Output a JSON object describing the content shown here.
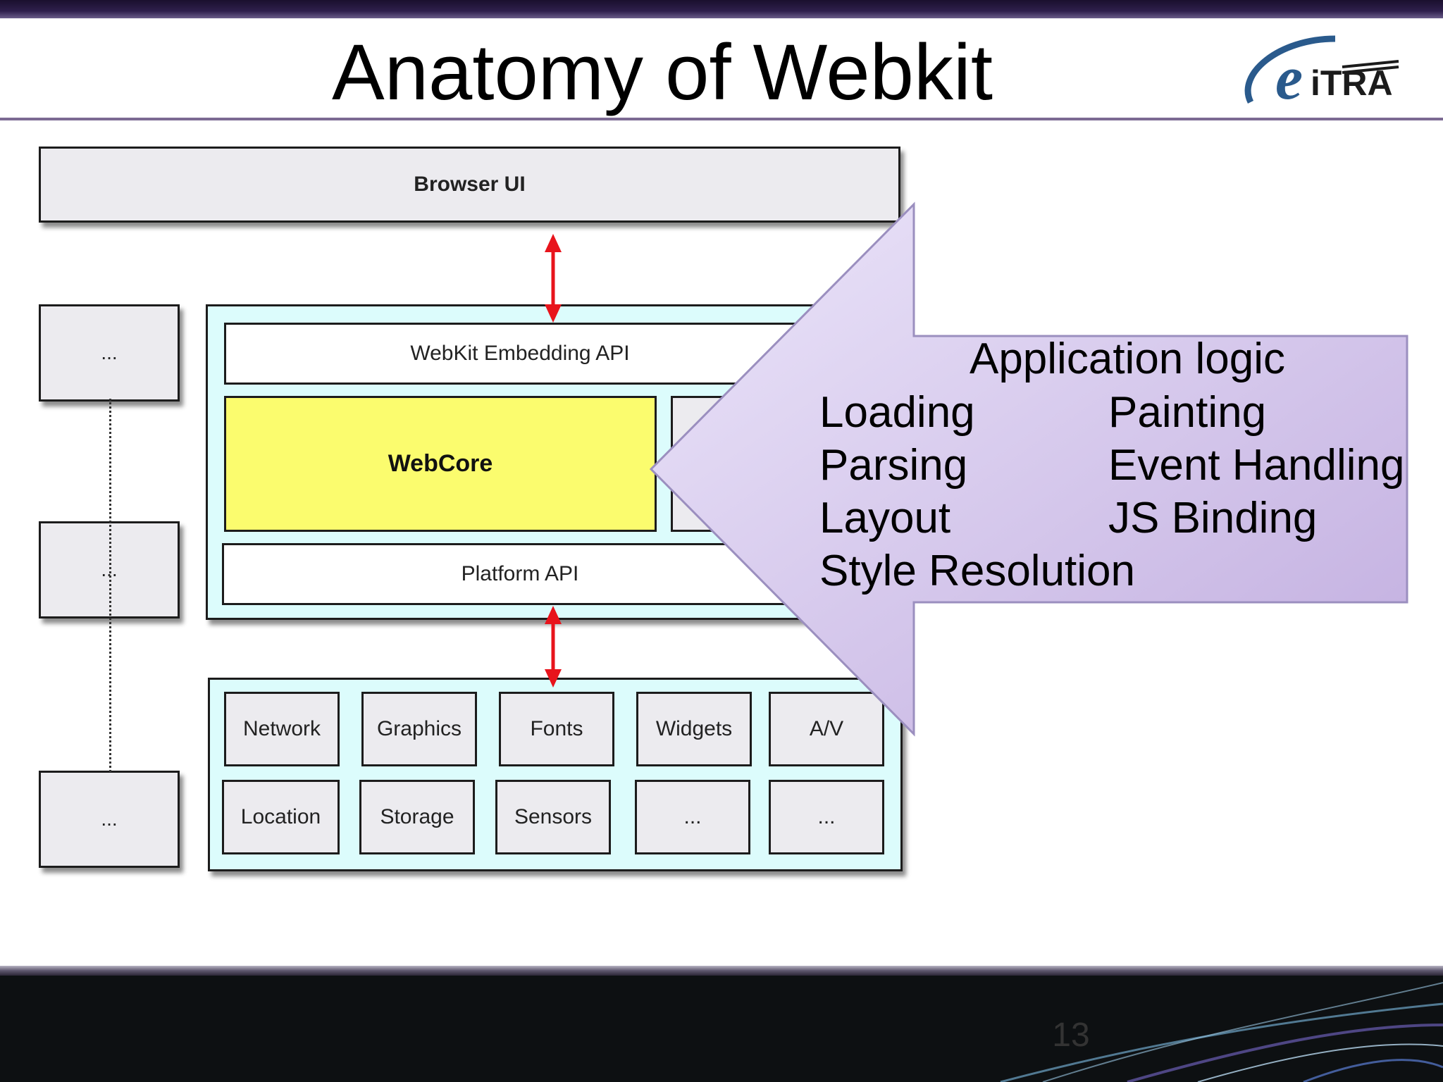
{
  "slide": {
    "title": "Anatomy of Webkit",
    "page_number": "13"
  },
  "logo": {
    "icon": "eitra-logo",
    "mark": "e",
    "text": "iTRA",
    "colors": {
      "mark": "#2a5a8c",
      "text": "#1b1b1b"
    }
  },
  "diagram": {
    "browser_ui": "Browser UI",
    "side_boxes": [
      "...",
      "...",
      "..."
    ],
    "webkit_embedding_api": "WebKit Embedding API",
    "webcore": "WebCore",
    "platform_api": "Platform API",
    "platform_components": [
      "Network",
      "Graphics",
      "Fonts",
      "Widgets",
      "A/V",
      "Location",
      "Storage",
      "Sensors",
      "...",
      "..."
    ],
    "colors": {
      "webcore": "#fbfc6e",
      "container": "#dcfcfc",
      "box": "#ecebef",
      "arrow": "#e8141c"
    }
  },
  "callout": {
    "heading": "Application logic",
    "left_items": [
      "Loading",
      "Parsing",
      "Layout",
      "Style Resolution"
    ],
    "right_items": [
      "Painting",
      "Event Handling",
      "JS Binding"
    ],
    "color": "#d4c6ee"
  }
}
